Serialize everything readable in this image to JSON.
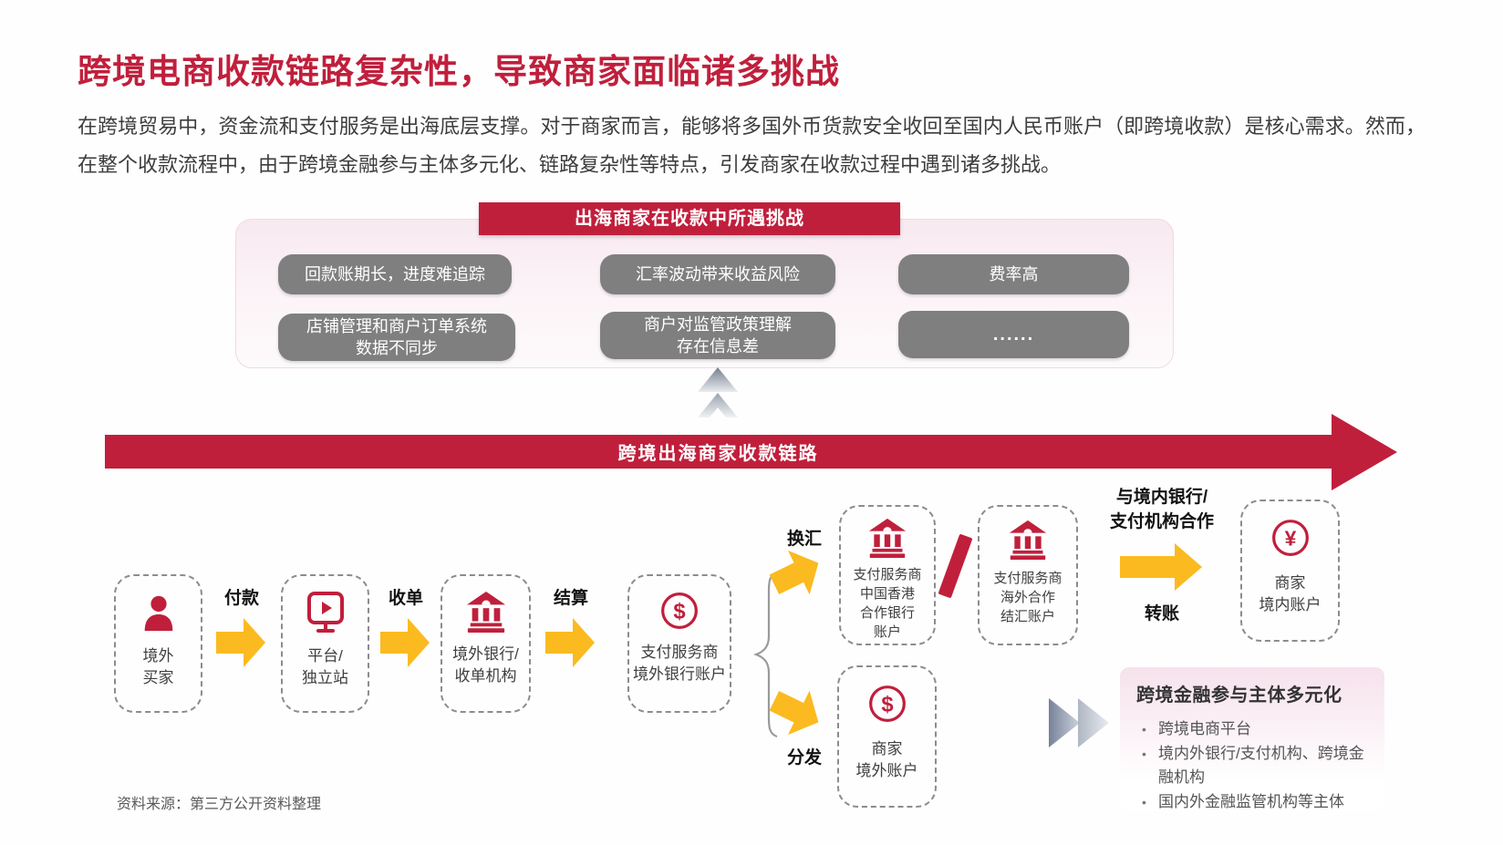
{
  "page": {
    "title": "跨境电商收款链路复杂性，导致商家面临诸多挑战",
    "intro": "在跨境贸易中，资金流和支付服务是出海底层支撑。对于商家而言，能够将多国外币货款安全收回至国内人民币账户（即跨境收款）是核心需求。然而，在整个收款流程中，由于跨境金融参与主体多元化、链路复杂性等特点，引发商家在收款过程中遇到诸多挑战。",
    "source": "资料来源：第三方公开资料整理"
  },
  "challenges": {
    "header": "出海商家在收款中所遇挑战",
    "items": [
      "回款账期长，进度难追踪",
      "汇率波动带来收益风险",
      "费率高",
      "店铺管理和商户订单系统\n数据不同步",
      "商户对监管政策理解\n存在信息差",
      "......"
    ]
  },
  "banner": {
    "label": "跨境出海商家收款链路"
  },
  "flow": {
    "nodes": [
      {
        "id": "overseas-buyer",
        "icon": "person-icon",
        "label": "境外\n买家"
      },
      {
        "id": "platform",
        "icon": "monitor-play-icon",
        "label": "平台/\n独立站"
      },
      {
        "id": "overseas-bank-acquirer",
        "icon": "bank-icon",
        "label": "境外银行/\n收单机构"
      },
      {
        "id": "psp-overseas-account",
        "icon": "dollar-circle-icon",
        "label": "支付服务商\n境外银行账户"
      },
      {
        "id": "psp-hk-bank-account",
        "icon": "bank-icon",
        "label": "支付服务商\n中国香港\n合作银行\n账户"
      },
      {
        "id": "psp-overseas-settle",
        "icon": "bank-icon",
        "label": "支付服务商\n海外合作\n结汇账户"
      },
      {
        "id": "merchant-domestic",
        "icon": "yen-circle-icon",
        "label": "商家\n境内账户"
      },
      {
        "id": "merchant-overseas",
        "icon": "dollar-circle-icon",
        "label": "商家\n境外账户"
      }
    ],
    "edges": {
      "pay": "付款",
      "acquire": "收单",
      "settle": "结算",
      "fx": "换汇",
      "distribute": "分发",
      "cooperate": "与境内银行/\n支付机构合作",
      "transfer": "转账"
    },
    "slash": "/"
  },
  "participants": {
    "title": "跨境金融参与主体多元化",
    "bullets": [
      "跨境电商平台",
      "境内外银行/支付机构、跨境金融机构",
      "国内外金融监管机构等主体"
    ]
  },
  "colors": {
    "primary_red": "#C01F3C",
    "accent_yellow": "#FBBA20",
    "box_gray": "#7F7F7F"
  }
}
